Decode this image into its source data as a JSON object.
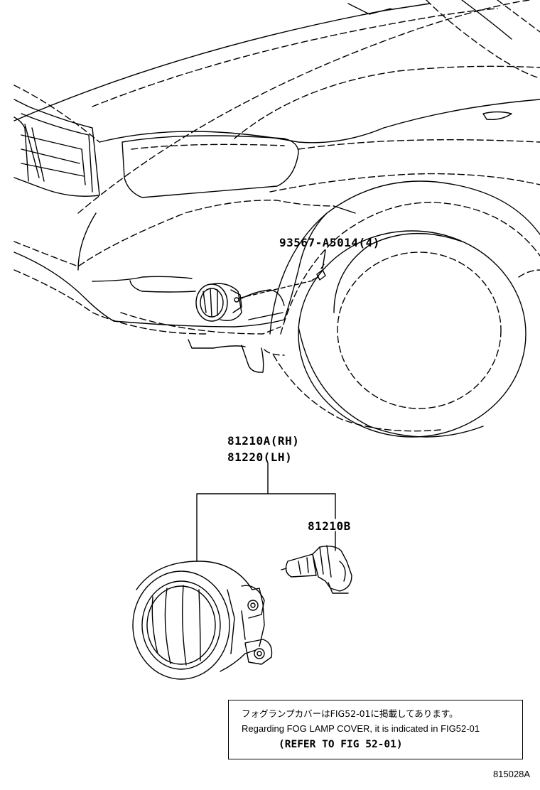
{
  "parts": {
    "screw": "93567-A5014(4)",
    "lamp_rh": "81210A(RH)",
    "lamp_lh": "81220(LH)",
    "bulb": "81210B"
  },
  "note": {
    "japanese": "フォグランプカバーはFIG52-01に掲載してあります。",
    "english": "Regarding FOG LAMP COVER, it is indicated in FIG52-01",
    "reference": "(REFER TO FIG 52-01)"
  },
  "figure_id": "815028A"
}
